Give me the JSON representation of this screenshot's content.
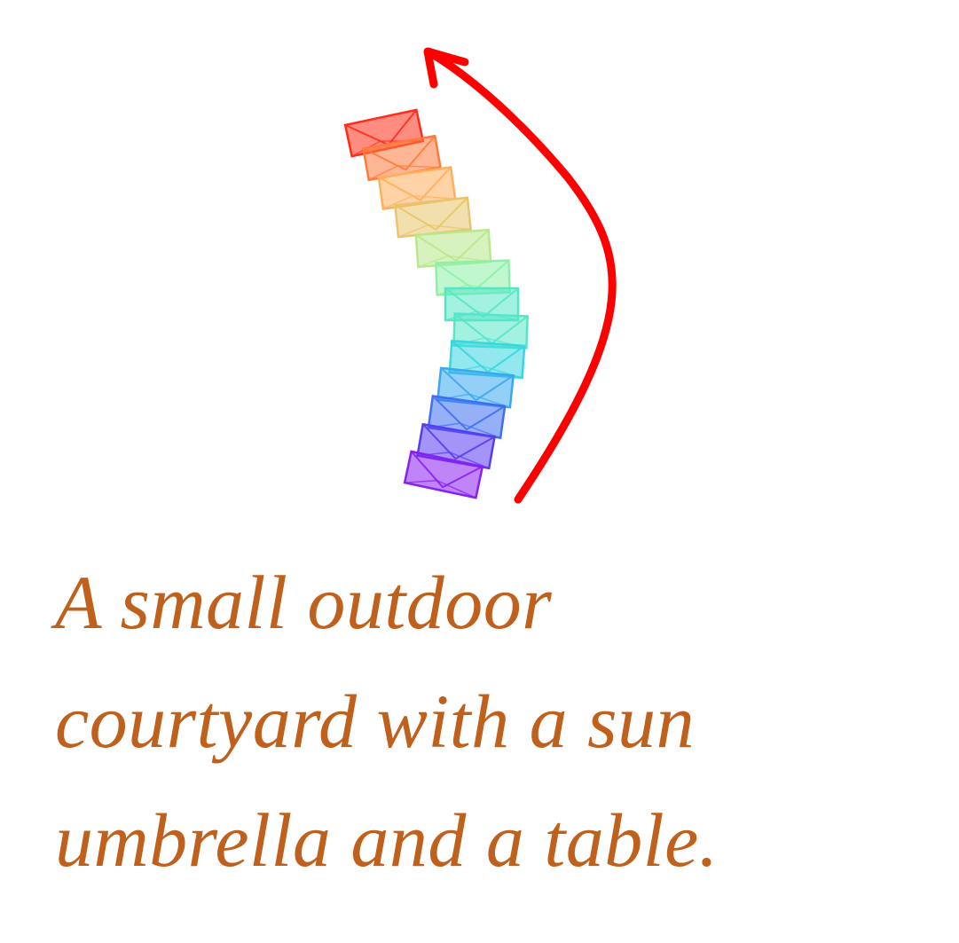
{
  "caption": {
    "lines": [
      "A small outdoor",
      "courtyard with a sun",
      "umbrella and a table."
    ]
  },
  "colors": {
    "caption_text": "#c0601d",
    "arrow": "#ff0000",
    "background": "#ffffff",
    "camera_gradient": [
      "#ff2d1a",
      "#ff7a3c",
      "#ffae5c",
      "#e8c56c",
      "#b8e88a",
      "#8ef0a8",
      "#55e6c8",
      "#38d6e0",
      "#3aa8ef",
      "#3f6ff0",
      "#5a3cf0",
      "#8a1ff0"
    ]
  },
  "icons": {
    "arrow": "curved-arrow-icon",
    "camera": "camera-frustum-icon"
  }
}
